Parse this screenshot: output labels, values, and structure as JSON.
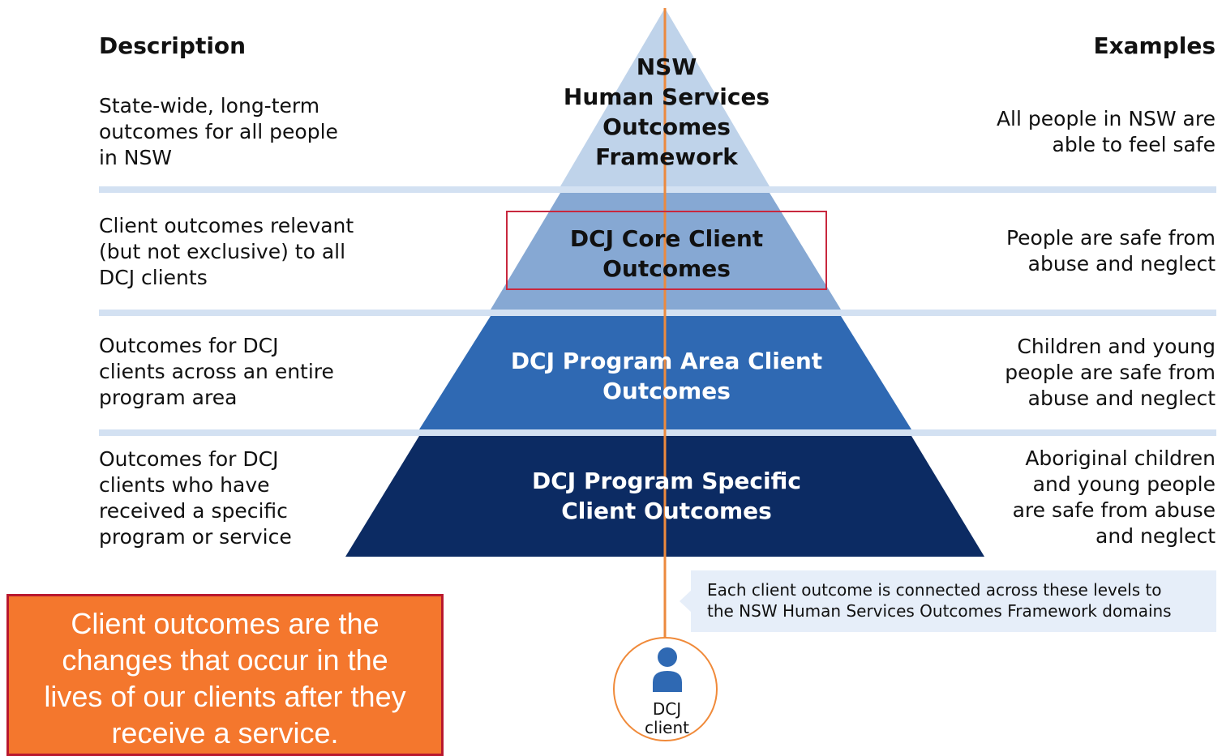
{
  "headers": {
    "description": "Description",
    "examples": "Examples"
  },
  "tiers": [
    {
      "label_lines": [
        "NSW",
        "Human Services",
        "Outcomes",
        "Framework"
      ],
      "description_lines": [
        "State-wide, long-term",
        "outcomes for all people",
        "in NSW"
      ],
      "example_lines": [
        "All people in NSW are",
        "able to feel safe"
      ],
      "color": "#bfd3ea",
      "text_color": "#111111"
    },
    {
      "label_lines": [
        "DCJ Core Client",
        "Outcomes"
      ],
      "description_lines": [
        "Client outcomes relevant",
        "(but not exclusive) to all",
        "DCJ clients"
      ],
      "example_lines": [
        "People are safe from",
        "abuse and neglect"
      ],
      "color": "#86a8d3",
      "text_color": "#111111",
      "highlighted": true
    },
    {
      "label_lines": [
        "DCJ Program Area Client",
        "Outcomes"
      ],
      "description_lines": [
        "Outcomes for DCJ",
        "clients across an entire",
        "program area"
      ],
      "example_lines": [
        "Children and young",
        "people are safe from",
        "abuse and neglect"
      ],
      "color": "#2f69b3",
      "text_color": "#ffffff"
    },
    {
      "label_lines": [
        "DCJ Program Specific",
        "Client Outcomes"
      ],
      "description_lines": [
        "Outcomes for DCJ",
        "clients who have",
        "received a specific",
        "program or service"
      ],
      "example_lines": [
        "Aboriginal children",
        "and young people",
        "are safe from abuse",
        "and neglect"
      ],
      "color": "#0c2b63",
      "text_color": "#ffffff"
    }
  ],
  "callout": {
    "lines": [
      "Each client outcome is connected across these levels to",
      "the NSW Human Services Outcomes Framework domains"
    ]
  },
  "client": {
    "lines": [
      "DCJ",
      "client"
    ]
  },
  "note": {
    "lines": [
      "Client outcomes are the",
      "changes that occur in the",
      "lives of our clients after they",
      "receive a service."
    ]
  },
  "colors": {
    "separator": "#d3e1f2",
    "axis_line": "#ec8a3e",
    "highlight_border": "#c8283e",
    "person_icon": "#2f69b3",
    "note_background": "#f4772d",
    "note_border": "#b9182e"
  }
}
